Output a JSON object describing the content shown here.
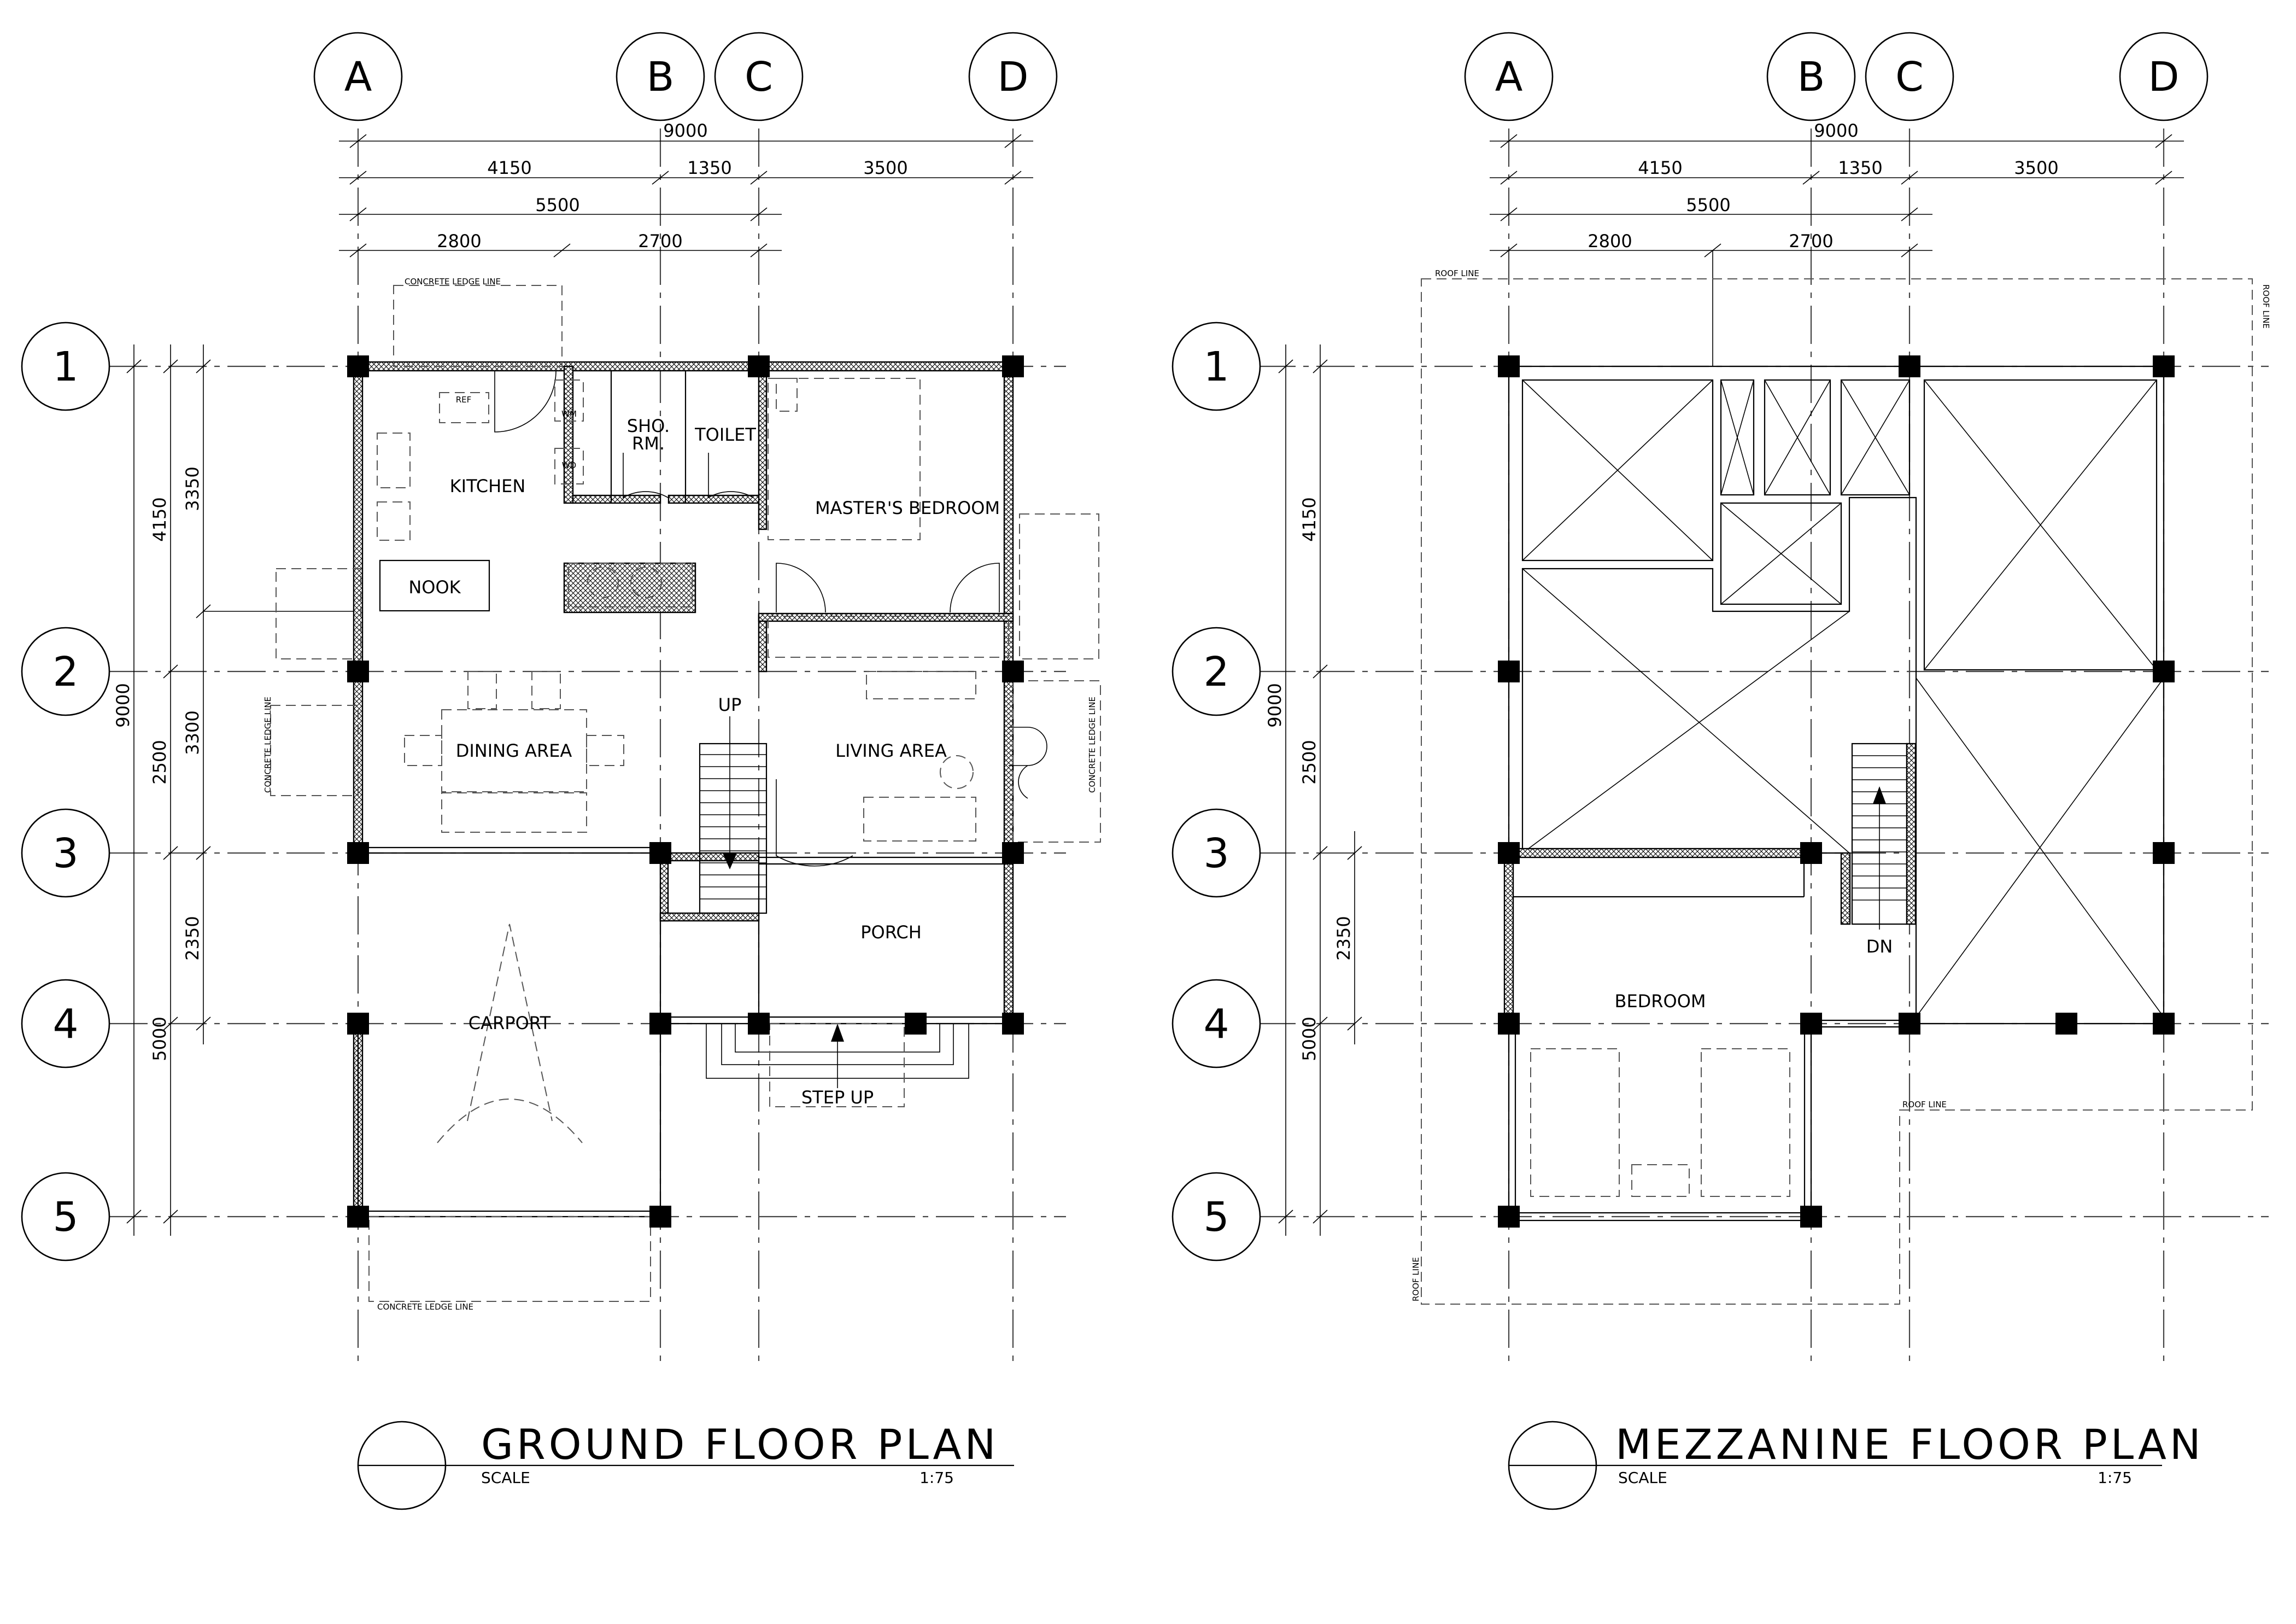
{
  "ground": {
    "grid_cols": [
      "A",
      "B",
      "C",
      "D"
    ],
    "grid_rows": [
      "1",
      "2",
      "3",
      "4",
      "5"
    ],
    "dims_top": {
      "overall": "9000",
      "a_b": "4150",
      "b_c": "1350",
      "c_d": "3500",
      "a_c": "5500",
      "sub1": "2800",
      "sub2": "2700"
    },
    "dims_left": {
      "overall": "9000",
      "r1_r2": "4150",
      "r2_r3": "2500",
      "r3_r4": "",
      "r4_r5": "5000",
      "inner1": "3350",
      "inner2": "3300",
      "inner3": "2350"
    },
    "rooms": {
      "kitchen": "KITCHEN",
      "shower_1": "SHO.",
      "shower_2": "RM.",
      "toilet": "TOILET",
      "master_bedroom": "MASTER'S BEDROOM",
      "nook": "NOOK",
      "dining": "DINING AREA",
      "living": "LIVING AREA",
      "porch": "PORCH",
      "carport": "CARPORT"
    },
    "labels": {
      "up": "UP",
      "step_up": "STEP UP",
      "ref": "REF",
      "wm": "WM",
      "wd": "WD",
      "concrete_ledge": "CONCRETE LEDGE LINE"
    },
    "title": "GROUND FLOOR PLAN",
    "scale_label": "SCALE",
    "scale_value": "1:75"
  },
  "mezzanine": {
    "grid_cols": [
      "A",
      "B",
      "C",
      "D"
    ],
    "grid_rows": [
      "1",
      "2",
      "3",
      "4",
      "5"
    ],
    "dims_top": {
      "overall": "9000",
      "a_b": "4150",
      "b_c": "1350",
      "c_d": "3500",
      "a_c": "5500",
      "sub1": "2800",
      "sub2": "2700"
    },
    "dims_left": {
      "overall": "9000",
      "r1_r2": "4150",
      "r2_r3": "2500",
      "r4_r5": "5000",
      "inner3": "2350"
    },
    "rooms": {
      "bedroom": "BEDROOM"
    },
    "labels": {
      "dn": "DN",
      "roof_line": "ROOF LINE"
    },
    "title": "MEZZANINE FLOOR PLAN",
    "scale_label": "SCALE",
    "scale_value": "1:75"
  }
}
